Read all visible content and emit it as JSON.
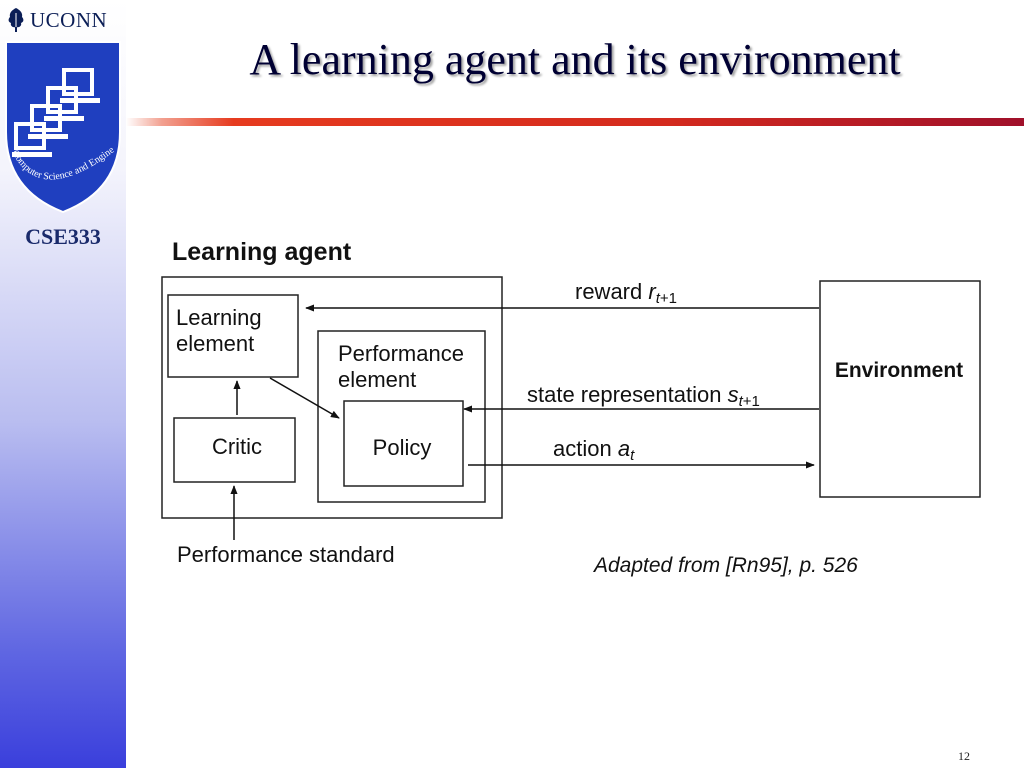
{
  "header": {
    "university": "UCONN",
    "course": "CSE333",
    "shield_text": "Computer Science and Engineering"
  },
  "slide": {
    "title": "A learning agent and its environment",
    "page_number": "12"
  },
  "diagram": {
    "agent_title": "Learning agent",
    "learning_element": [
      "Learning",
      "element"
    ],
    "performance_element": [
      "Performance",
      "element"
    ],
    "critic": "Critic",
    "policy": "Policy",
    "environment": "Environment",
    "performance_standard": "Performance standard",
    "reward": {
      "text": "reward ",
      "var": "r",
      "sub_t": "t",
      "sub_rest": "+1"
    },
    "state": {
      "text": "state representation ",
      "var": "s",
      "sub_t": "t",
      "sub_rest": "+1"
    },
    "action": {
      "text": "action ",
      "var": "a",
      "sub_t": "t"
    },
    "citation": "Adapted from [Rn95], p. 526"
  },
  "colors": {
    "title_text": "#000033",
    "rule_red": "#d42a1e",
    "sidebar_blue": "#3a3fdc",
    "shield_blue": "#1f3fbf"
  }
}
